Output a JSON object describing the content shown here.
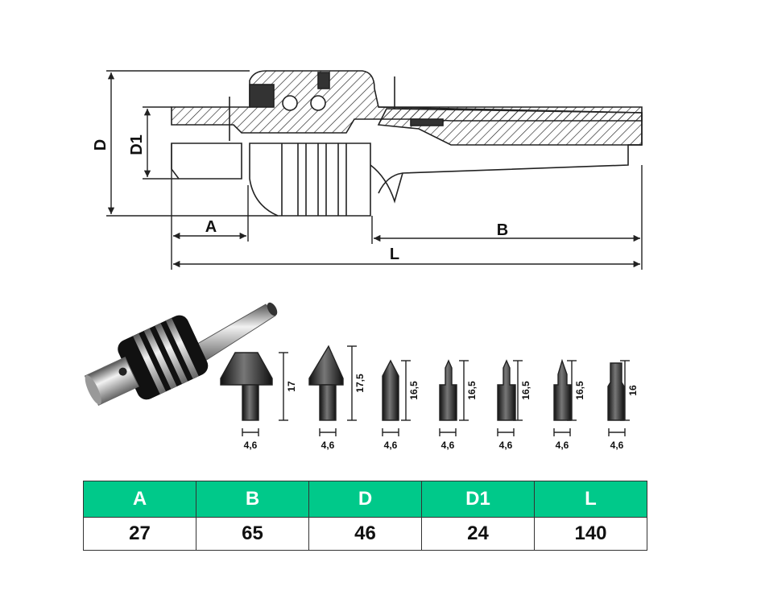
{
  "drawing": {
    "dims": {
      "D": "D",
      "D1": "D1",
      "A": "A",
      "B": "B",
      "L": "L"
    }
  },
  "tips": [
    {
      "height": "17",
      "width": "4,6"
    },
    {
      "height": "17,5",
      "width": "4,6"
    },
    {
      "height": "16,5",
      "width": "4,6"
    },
    {
      "height": "16,5",
      "width": "4,6"
    },
    {
      "height": "16,5",
      "width": "4,6"
    },
    {
      "height": "16,5",
      "width": "4,6"
    },
    {
      "height": "16",
      "width": "4,6"
    }
  ],
  "table": {
    "headers": [
      "A",
      "B",
      "D",
      "D1",
      "L"
    ],
    "values": [
      "27",
      "65",
      "46",
      "24",
      "140"
    ],
    "header_color": "#00c98a"
  }
}
